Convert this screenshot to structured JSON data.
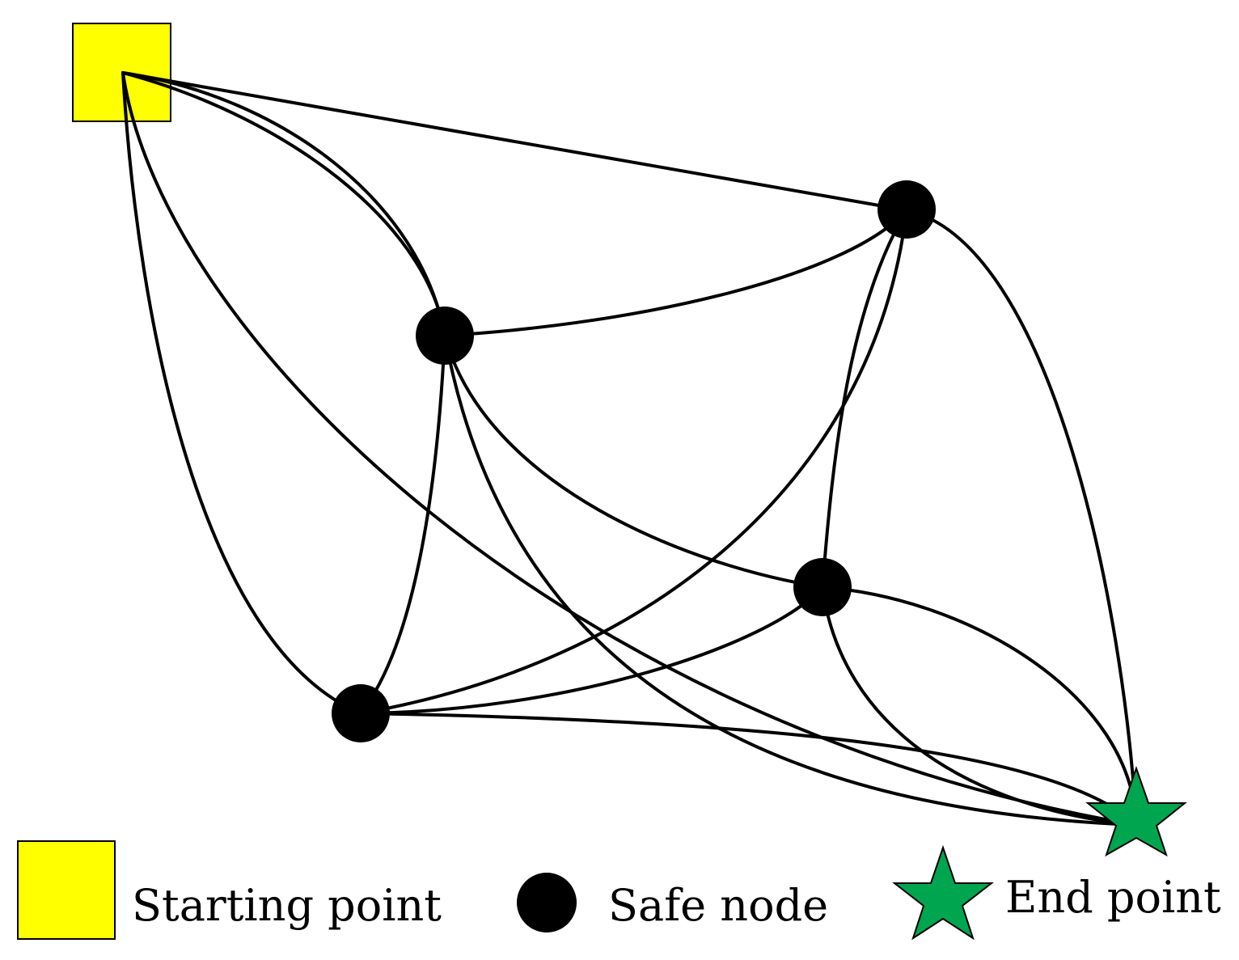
{
  "colors": {
    "start": "#ffff00",
    "safe_node": "#000000",
    "end": "#00a550",
    "edge": "#000000",
    "outline": "#000000"
  },
  "legend": {
    "start_label": "Starting point",
    "safe_label": "Safe node",
    "end_label": "End point"
  }
}
